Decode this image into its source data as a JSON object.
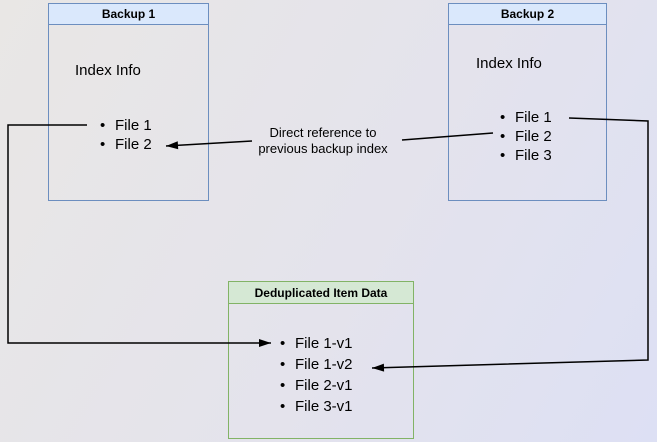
{
  "colors": {
    "blue-fill": "#dae8fc",
    "blue-stroke": "#6c8ebf",
    "green-fill": "#d5e8d4",
    "green-stroke": "#82b366",
    "line": "#000000",
    "text": "#000000",
    "bg-start": "#e9e7e5",
    "bg-end": "#dde0f4"
  },
  "backup1": {
    "title": "Backup 1",
    "section_label": "Index Info",
    "files": [
      "File 1",
      "File 2"
    ]
  },
  "backup2": {
    "title": "Backup 2",
    "section_label": "Index Info",
    "files": [
      "File 1",
      "File 2",
      "File 3"
    ]
  },
  "dedup": {
    "title": "Deduplicated Item Data",
    "files": [
      "File 1-v1",
      "File 1-v2",
      "File 2-v1",
      "File 3-v1"
    ]
  },
  "annotation": {
    "line1": "Direct reference to",
    "line2": "previous backup index"
  }
}
